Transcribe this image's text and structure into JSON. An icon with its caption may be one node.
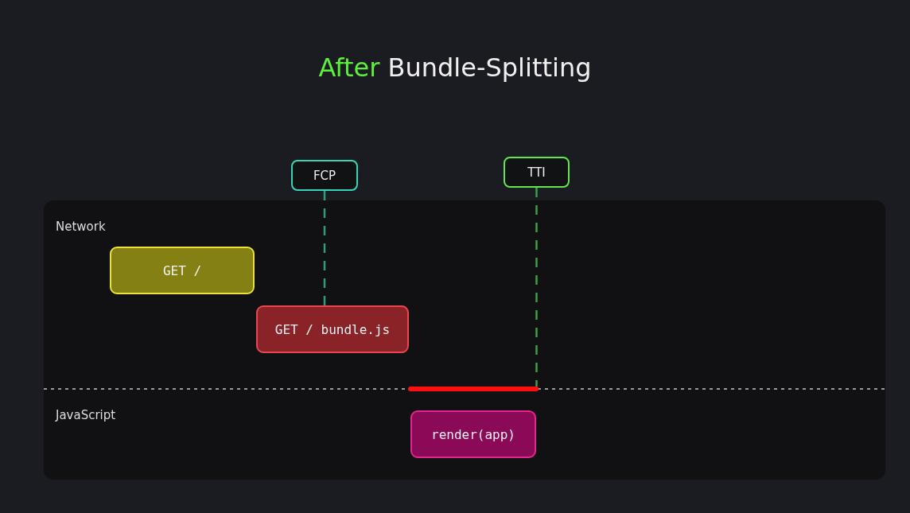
{
  "diagram": {
    "title": "After Bundle-Splitting",
    "nodes": [
      {
        "text": [
          "Network"
        ]
      },
      {
        "text": [
          "JavaScript"
        ]
      },
      {
        "text": [
          "FCP"
        ]
      },
      {
        "text": [
          "TTI"
        ]
      },
      {
        "text": [
          "GET /"
        ],
        "in": 0
      },
      {
        "text": [
          "GET / bundle.js"
        ],
        "in": 0
      },
      {
        "text": [
          "render(app)"
        ],
        "in": 1
      },
      {
        "text": [],
        "shape": "bar"
      }
    ],
    "edges": [
      {
        "from": 2,
        "to": 5,
        "arrow": "none",
        "style": "dashed",
        "color": "#2f9a80"
      },
      {
        "from": 3,
        "to": 7,
        "arrow": "none",
        "style": "dashed",
        "color": "#3c9e48"
      }
    ]
  }
}
